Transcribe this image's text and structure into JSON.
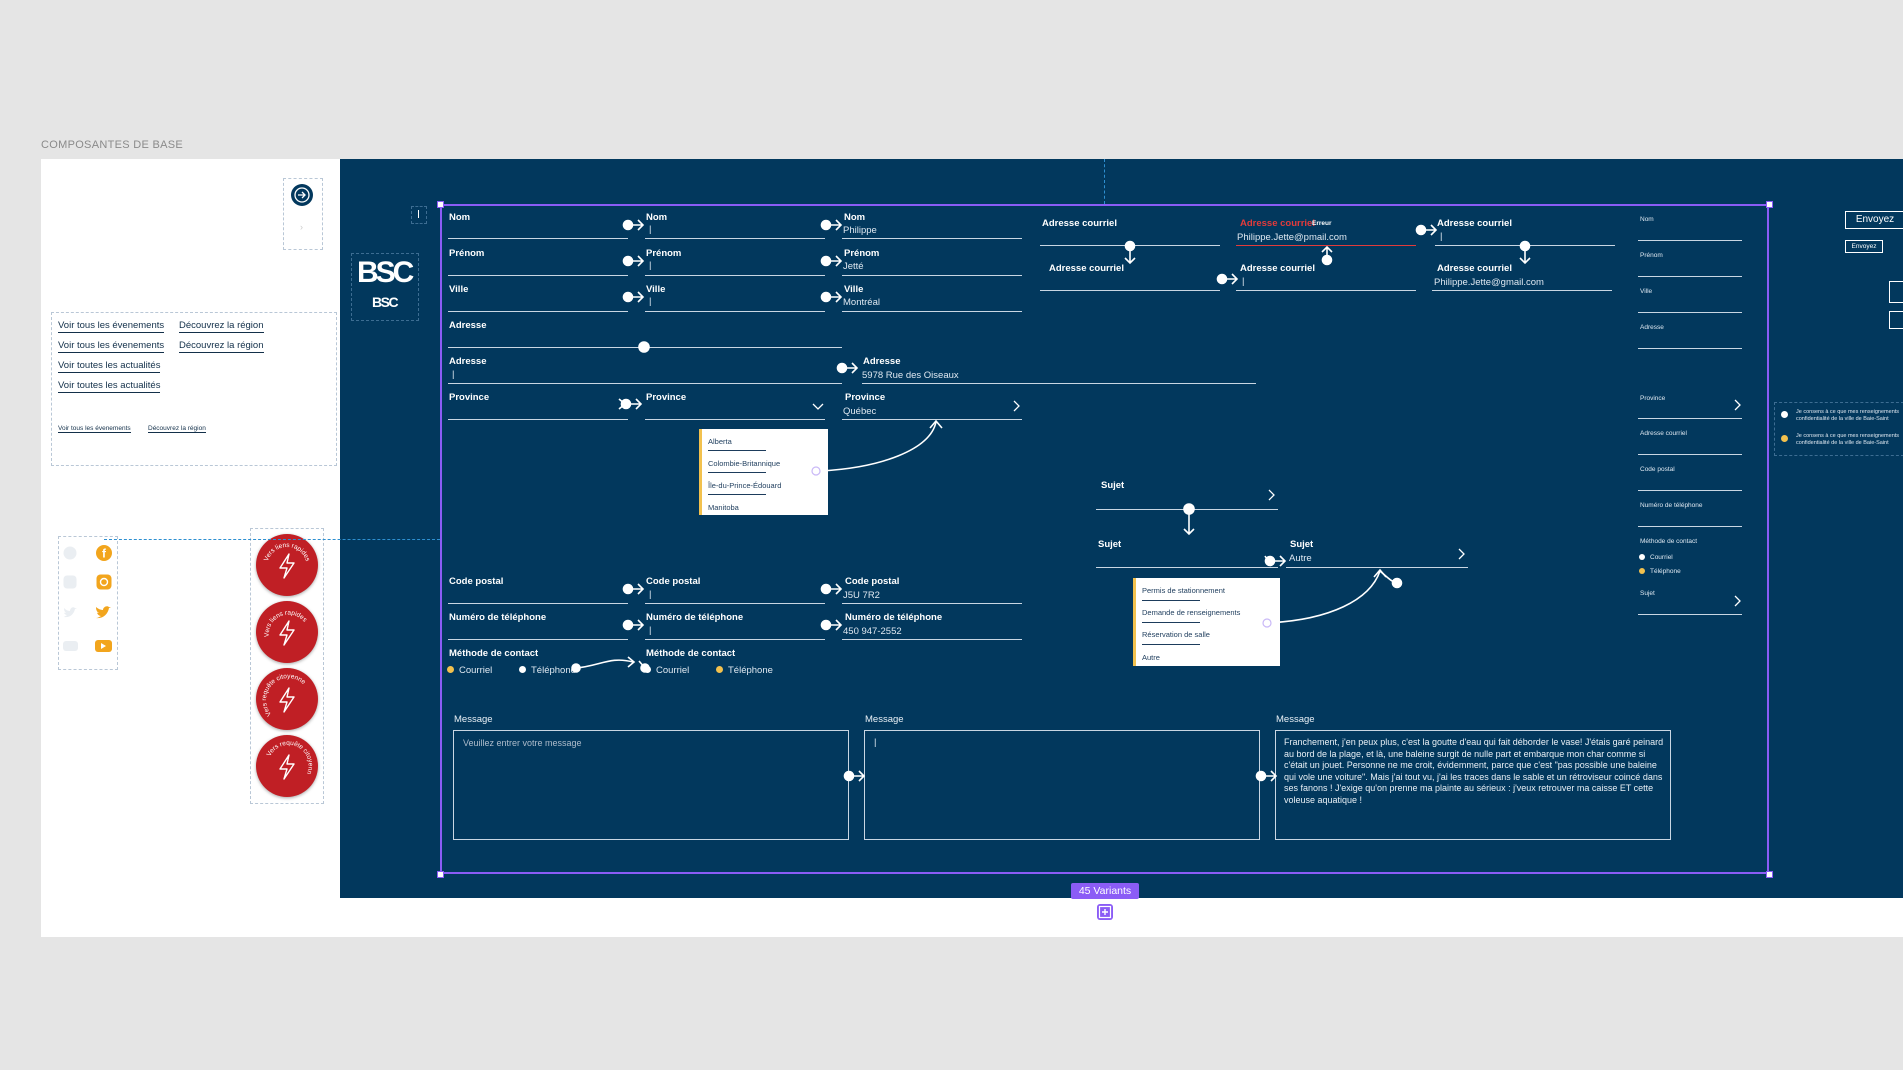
{
  "section_title": "COMPOSANTES DE BASE",
  "colors": {
    "navy": "#02385d",
    "accent_purple": "#8b5cf6",
    "brand_red": "#c01f25",
    "error_red": "#e23b3b",
    "selected_yellow": "#f2c14e"
  },
  "logo": {
    "large": "BSC",
    "small": "BSC"
  },
  "links": {
    "events": "Voir tous les évenements",
    "region": "Découvrez la région",
    "news": "Voir toutes les actualités"
  },
  "social_icons": [
    "facebook-icon",
    "instagram-icon",
    "twitter-icon",
    "youtube-icon"
  ],
  "quick_buttons": [
    {
      "label": "Vers liens rapides"
    },
    {
      "label": "Vers liens rapides"
    },
    {
      "label": "Vers requête citoyenne"
    },
    {
      "label": "Vers requête citoyenne"
    }
  ],
  "form": {
    "nom": "Nom",
    "prenom": "Prénom",
    "ville": "Ville",
    "adresse": "Adresse",
    "province": "Province",
    "code_postal": "Code postal",
    "telephone": "Numéro de téléphone",
    "methode": "Méthode de contact",
    "courriel_opt": "Courriel",
    "telephone_opt": "Téléphone",
    "adresse_courriel": "Adresse courriel",
    "erreur": "Erreur",
    "sujet": "Sujet",
    "message": "Message",
    "cursor": "|"
  },
  "values": {
    "nom": "Philippe",
    "prenom": "Jetté",
    "ville": "Montréal",
    "adresse": "5978 Rue des Oiseaux",
    "province": "Québec",
    "code_postal": "J5U 7R2",
    "telephone": "450 947-2552",
    "email_error": "Philippe.Jette@pmail.com",
    "email": "Philippe.Jette@gmail.com",
    "sujet": "Autre"
  },
  "province_options": [
    "Alberta",
    "Colombie-Britannique",
    "Île-du-Prince-Édouard",
    "Manitoba"
  ],
  "subject_options": [
    "Permis de stationnement",
    "Demande de renseignements",
    "Réservation de salle",
    "Autre"
  ],
  "message": {
    "placeholder": "Veuillez entrer votre message",
    "filled": "Franchement, j'en peux plus, c'est la goutte d'eau qui fait déborder le vase! J'étais garé peinard au bord de la plage, et là, une baleine surgit de nulle part et embarque mon char comme si c'était un jouet. Personne ne me croit, évidemment, parce que c'est \"pas possible une baleine qui vole une voiture\". Mais j'ai tout vu, j'ai les traces dans le sable et un rétroviseur coincé dans ses fanons ! J'exige qu'on prenne ma plainte au sérieux : j'veux retrouver ma caisse ET cette voleuse aquatique !"
  },
  "consent_text": [
    "Je consens à ce que mes renseignements",
    "confidentialité de la ville de Baie-Saint"
  ],
  "buttons": {
    "send": "Envoyez",
    "send_small": "Envoyez"
  },
  "variants_badge": "45 Variants"
}
